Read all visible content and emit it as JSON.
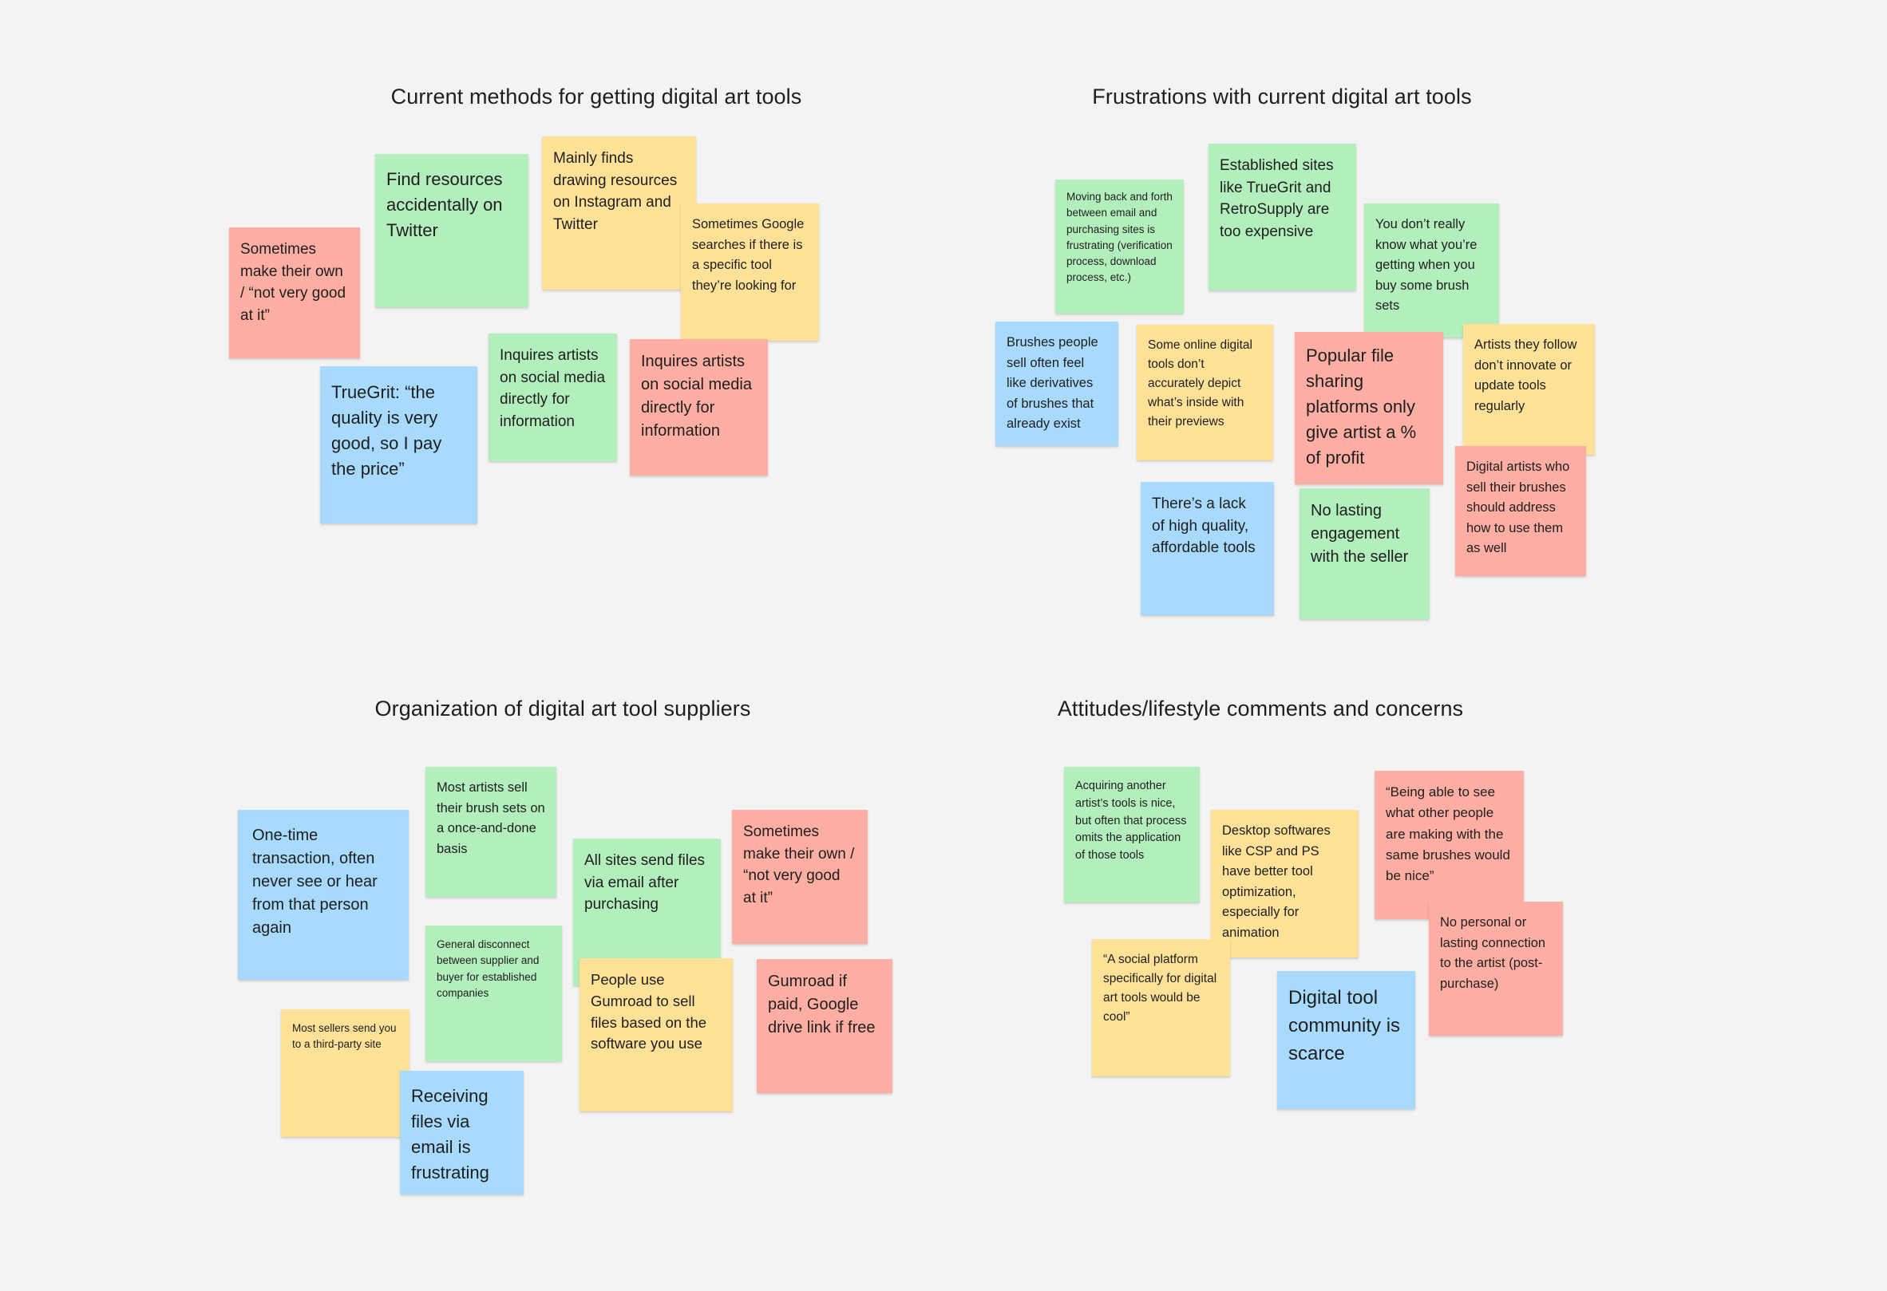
{
  "sections": {
    "current_methods": {
      "title": "Current methods for getting digital art tools",
      "notes": {
        "make_own": "Sometimes make their own / “not very good at it”",
        "twitter": "Find resources accidentally on Twitter",
        "instagram": "Mainly finds drawing resources on Instagram and Twitter",
        "google": "Sometimes Google searches if there is a specific tool they’re looking for",
        "truegrit": "TrueGrit: “the quality is very good, so I pay the price”",
        "inquires_green": "Inquires artists on social media directly for information",
        "inquires_red": "Inquires artists on social media directly for information"
      }
    },
    "frustrations": {
      "title": "Frustrations with current digital art tools",
      "notes": {
        "email_back_forth": "Moving back and forth between email and purchasing sites is frustrating (verification process, download process, etc.)",
        "expensive": "Established sites like TrueGrit and RetroSupply are too expensive",
        "dont_know": "You don’t really know what you’re getting when you buy some brush sets",
        "derivatives": "Brushes people sell often feel like derivatives of brushes that already exist",
        "previews": "Some online digital tools don’t accurately depict what’s inside with their previews",
        "profit": "Popular file sharing platforms only give artist a % of profit",
        "innovate": "Artists they follow don’t innovate or update tools regularly",
        "how_to_use": "Digital artists who sell their brushes should address how to use them as well",
        "lack_quality": "There’s a lack of high quality, affordable tools",
        "engagement": "No lasting engagement with the seller"
      }
    },
    "organization": {
      "title": "Organization of digital art tool suppliers",
      "notes": {
        "one_time": "One-time transaction, often never see or hear from that person again",
        "once_and_done": "Most artists sell their brush sets on a once-and-done basis",
        "via_email": "All sites send files via email after purchasing",
        "make_own": "Sometimes make their own / “not very good at it”",
        "disconnect": "General disconnect between supplier and buyer for established companies",
        "gumroad_software": "People use Gumroad to sell files based on the software you use",
        "gumroad_paid": "Gumroad if paid, Google drive link if free",
        "third_party": "Most sellers send you to a third-party site",
        "receiving_email": "Receiving files via email is frustrating"
      }
    },
    "attitudes": {
      "title": "Attitudes/lifestyle comments and concerns",
      "notes": {
        "acquiring": "Acquiring another artist’s tools is nice, but often that process omits the application of those tools",
        "desktop": "Desktop softwares like CSP and PS have better tool optimization, especially for animation",
        "being_able": "“Being able to see what other people are making with the same brushes would be nice”",
        "no_personal": "No personal or lasting connection to the artist (post-purchase)",
        "social_platform": "“A social platform specifically for digital art tools would be cool”",
        "community": "Digital tool community is scarce"
      }
    }
  },
  "colors": {
    "background": "#f3f3f3",
    "green": "#b3efbd",
    "yellow": "#ffe197",
    "red": "#ffaea3",
    "blue": "#a8dafe"
  }
}
